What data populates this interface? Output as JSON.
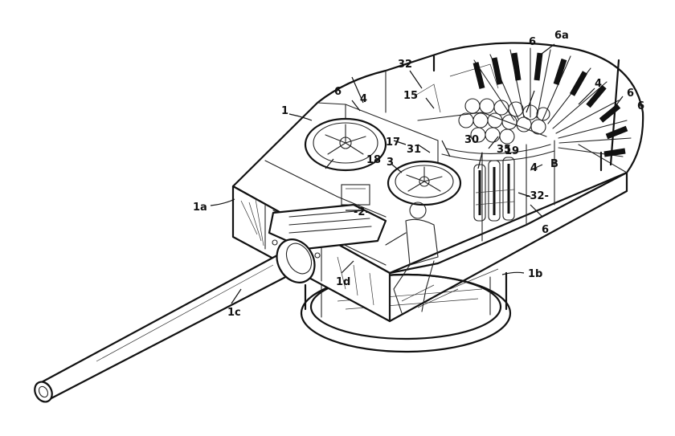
{
  "figure": {
    "labels": {
      "l1": "1",
      "l1a": "1a",
      "l1b": "1b",
      "l1c": "1c",
      "l1d": "1d",
      "l2": "-2-",
      "l3": "3",
      "l4a": "4",
      "l4b": "4",
      "l4c": "4",
      "l6a": "6",
      "l6b": "6",
      "l6c": "6",
      "l6d": "6",
      "l6e": "6",
      "l6sub": "6a",
      "l15": "15",
      "l17": "17",
      "l18": "18",
      "l19": "19",
      "l30": "30",
      "l31": "31",
      "l32a": "32",
      "l32b": "-32-",
      "l35": "35",
      "lB": "B"
    }
  }
}
